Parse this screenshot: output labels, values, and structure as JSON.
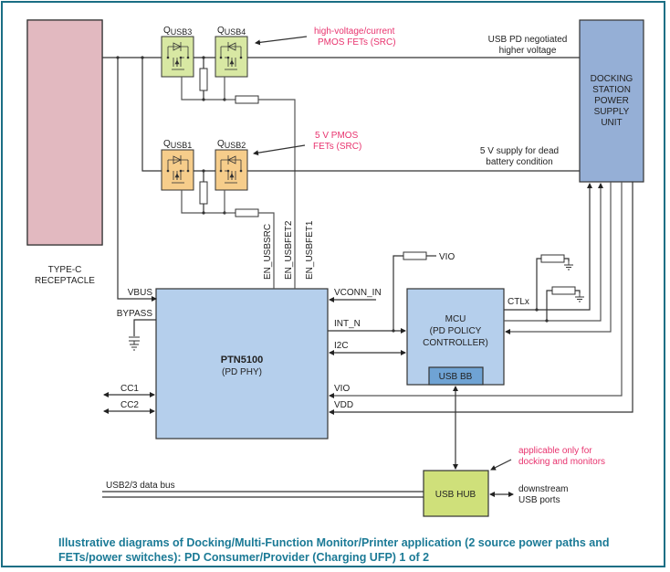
{
  "blocks": {
    "receptacle": {
      "line1": "TYPE-C",
      "line2": "RECEPTACLE",
      "color": "#e2b9c0"
    },
    "psu": {
      "lines": [
        "DOCKING",
        "STATION",
        "POWER",
        "SUPPLY",
        "UNIT"
      ],
      "color": "#95afd6"
    },
    "ptn": {
      "title": "PTN5100",
      "subtitle": "(PD PHY)",
      "color": "#b5cfec"
    },
    "mcu": {
      "lines": [
        "MCU",
        "(PD POLICY",
        "CONTROLLER)"
      ],
      "sub": "USB BB",
      "color": "#b5cfec",
      "sub_color": "#6fa3d4"
    },
    "hub": {
      "label": "USB HUB",
      "color": "#cfe07a"
    }
  },
  "fets": [
    {
      "prefix": "Q",
      "sub": "USB3",
      "color": "#d8e8a3"
    },
    {
      "prefix": "Q",
      "sub": "USB4",
      "color": "#d8e8a3"
    },
    {
      "prefix": "Q",
      "sub": "USB1",
      "color": "#f6cd8b"
    },
    {
      "prefix": "Q",
      "sub": "USB2",
      "color": "#f6cd8b"
    }
  ],
  "annotations": {
    "hv_fets": [
      "high-voltage/current",
      "PMOS FETs (SRC)"
    ],
    "v5_fets": [
      "5 V PMOS",
      "FETs (SRC)"
    ],
    "hv_supply": [
      "USB PD negotiated",
      "higher voltage"
    ],
    "v5_supply": [
      "5 V supply for dead",
      "battery condition"
    ],
    "hub_note": [
      "applicable only for",
      "docking and monitors"
    ],
    "downstream": [
      "downstream",
      "USB ports"
    ]
  },
  "signals": {
    "en_usbsrc": "EN_USBSRC",
    "en_usbfet2": "EN_USBFET2",
    "en_usbfet1": "EN_USBFET1",
    "vbus": "VBUS",
    "bypass": "BYPASS",
    "cc1": "CC1",
    "cc2": "CC2",
    "vconn_in": "VCONN_IN",
    "int_n": "INT_N",
    "i2c": "I2C",
    "vio": "VIO",
    "vdd": "VDD",
    "vio_pullup": "VIO",
    "ctlx": "CTLx",
    "usb_bus": "USB2/3 data bus"
  },
  "caption": "Illustrative diagrams of Docking/Multi-Function Monitor/Printer application (2 source power paths and FETs/power switches): PD Consumer/Provider (Charging UFP) 1 of 2",
  "colors": {
    "frame": "#1a6e84",
    "caption": "#1b7a96",
    "annotation": "#e8336e"
  }
}
